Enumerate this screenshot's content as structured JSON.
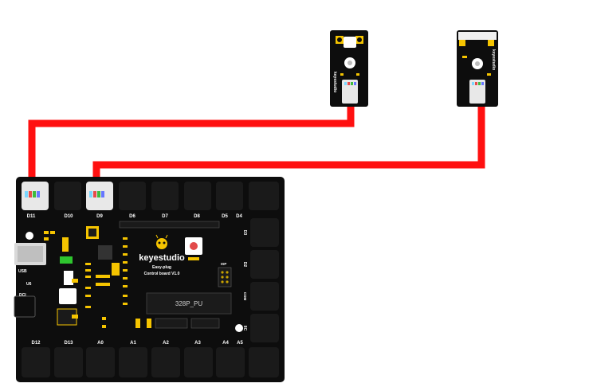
{
  "board": {
    "brand": "keyestudio",
    "subtitle_line1": "Easy-plug",
    "subtitle_line2": "Control board V1.0",
    "chip_label": "328P_PU",
    "top_port_labels": [
      "D11",
      "D10",
      "D9",
      "D6",
      "D7",
      "D8",
      "D5",
      "D4"
    ],
    "bottom_port_labels": [
      "D12",
      "D13",
      "A0",
      "A1",
      "A2",
      "A3",
      "A4",
      "A5"
    ],
    "side_labels": [
      "D3",
      "D2",
      "COM",
      "IIC"
    ],
    "left_labels": [
      "USB",
      "U6",
      "DCI"
    ],
    "small_labels": [
      "ISP"
    ]
  },
  "modules": {
    "left_module_label": "keyestudio",
    "right_module_label": "keyestudio"
  },
  "colors": {
    "wire": "#ff1010",
    "board": "#0d0d0d",
    "port": "#1a1a1a",
    "silk": "#ffffff",
    "accent_yellow": "#f5c400",
    "led_green": "#2ec52e",
    "button_red": "#e24a4a"
  }
}
